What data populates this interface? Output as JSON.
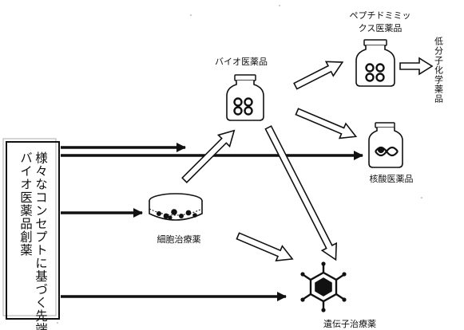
{
  "source_box": {
    "line1": "様々なコンセプトに基づく先端",
    "line2": "バイオ医薬品創薬"
  },
  "nodes": {
    "bio": {
      "label": "バイオ医薬品"
    },
    "peptide": {
      "label_line1": "ペプチドミミッ",
      "label_line2": "クス医薬品"
    },
    "small_molecule": {
      "label": "低分子化学薬品"
    },
    "nucleic": {
      "label": "核酸医薬品"
    },
    "cell": {
      "label": "細胞治療薬"
    },
    "gene": {
      "label": "遺伝子治療薬"
    }
  },
  "icons": {
    "bio": "vial-with-pills-icon",
    "peptide": "vial-with-pills-icon",
    "nucleic": "vial-with-helix-icon",
    "cell": "petri-dish-cells-icon",
    "gene": "virus-icon"
  },
  "colors": {
    "ink": "#111111",
    "paper": "#ffffff"
  }
}
